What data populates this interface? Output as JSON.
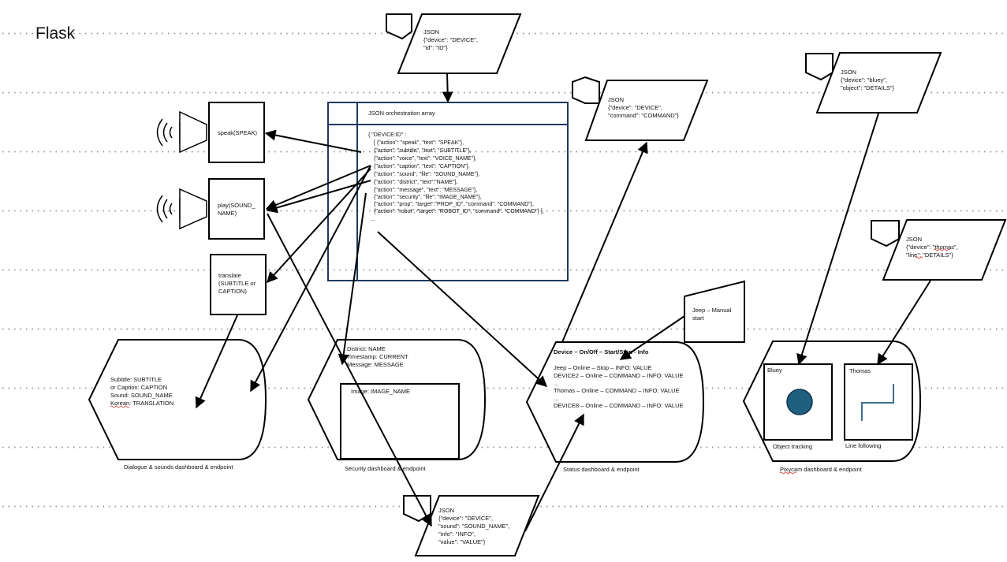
{
  "title": "Flask",
  "top_json": {
    "lines": [
      "JSON",
      "{\"device\": \"DEVICE\",",
      "\"id\": \"ID\"}"
    ]
  },
  "orchestration": {
    "header": "JSON orchestration array",
    "lines": [
      "{ \"DEVICE:ID\" :",
      "[ {\"action\": \"speak\", \"text\": \"SPEAK\"},",
      "{\"action\": \"subtitle\", \"text\": \"SUBTITLE\"},",
      "{\"action\": \"voice\", \"text\": \"VOICE_NAME\"},",
      "{\"action\": \"caption\", \"text\": \"CAPTION\"},",
      "{\"action\": \"sound\", \"file\": \"SOUND_NAME\"},",
      "{\"action\": \"district\", \"text\":\"NAME\"},",
      "{\"action\": \"message\", \"text\": \"MESSAGE\"},",
      "{\"action\": \"security\", \"file\": \"IMAGE_NAME\"},",
      "{\"action\": \"prop\", \"target\":\"PROP_ID\", \"command\": \"COMMAND\"},",
      "{\"action\": \"robot\", \"target\": \"ROBOT_ID\", \"command\": \"COMMAND\"} ],",
      "..."
    ]
  },
  "command_json": {
    "lines": [
      "JSON",
      "{\"device\": \"DEVICE\",",
      "\"command\": \"COMMAND\"}"
    ]
  },
  "bluey_json": {
    "lines": [
      "JSON",
      "{\"device\": \"bluey\",",
      "\"object\": \"DETAILS\"}"
    ]
  },
  "thomas_json": {
    "lines": [
      "JSON",
      "{\"device\": \"thomas\",",
      "\"line\": \"DETAILS\"}"
    ]
  },
  "speak_box": {
    "lines": [
      "speak(SPEAK)"
    ]
  },
  "play_box": {
    "lines": [
      "play(SOUND_",
      "NAME)"
    ]
  },
  "translate_box": {
    "lines": [
      "translate",
      "(SUBTITLE or",
      "CAPTION)"
    ]
  },
  "jeep_box": {
    "lines": [
      "Jeep – Manual",
      "start"
    ]
  },
  "dialogue": {
    "lines": [
      "Subtitle: SUBTITLE",
      "or Caption: CAPTION",
      "Sound: SOUND_NAME",
      "Korean: TRANSLATION"
    ],
    "caption": "Dialogue & sounds dashboard & endpoint"
  },
  "security": {
    "lines": [
      "District: NAME",
      "Timestamp: CURRENT",
      "Message: MESSAGE"
    ],
    "image_label": "Image: IMAGE_NAME",
    "caption": "Security dashboard & endpoint"
  },
  "status": {
    "header": "Device – On/Off – Start/Stop - Info",
    "lines": [
      "Jeep – Online – Stop – INFO: VALUE",
      "DEVICE2 – Online – COMMAND – INFO: VALUE",
      "...",
      "Thomas – Online – COMMAND – INFO: VALUE",
      "...",
      "DEVICE8 – Online – COMMAND – INFO: VALUE"
    ],
    "caption": "Status dashboard & endpoint"
  },
  "pixycam": {
    "bluey_title": "Bluey",
    "thomas_title": "Thomas",
    "bluey_caption": "Object tracking",
    "thomas_caption": "Line following",
    "caption": "Pixycam dashboard & endpoint"
  },
  "bottom_json": {
    "lines": [
      "JSON",
      "{\"device\": \"DEVICE\",",
      "\"sound\": \"SOUND_NAME\",",
      "\"info\": \"INFO\",",
      "\"value\": \"VALUE\"}"
    ]
  },
  "colors": {
    "accent_navy": "#1e3a5f",
    "bluey_fill": "#1f5f80",
    "thomas_line": "#3b7290"
  }
}
